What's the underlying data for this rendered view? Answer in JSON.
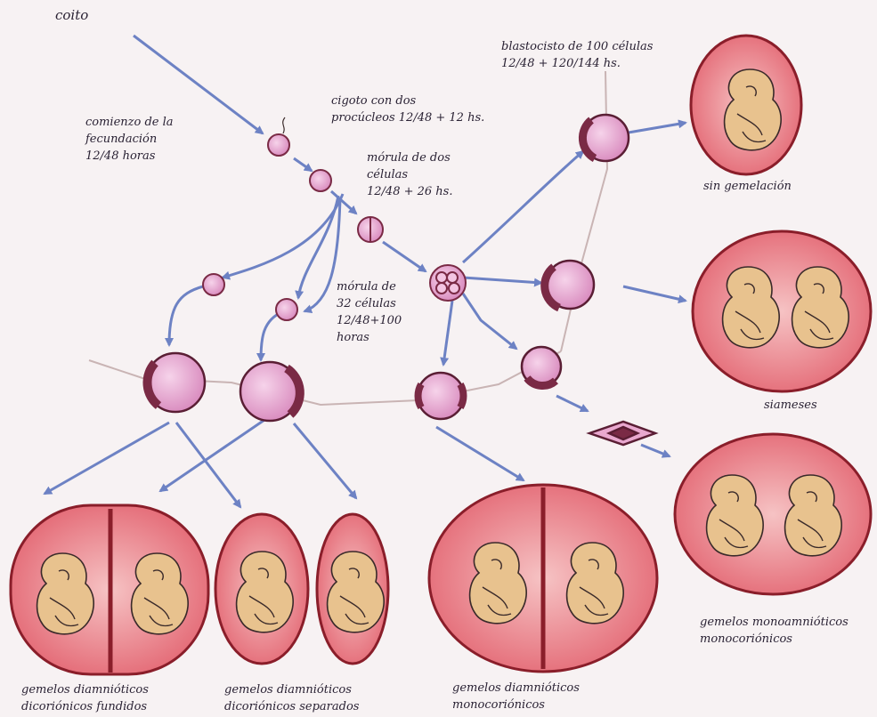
{
  "labels": {
    "coito": "coito",
    "comienzo": [
      "comienzo de la",
      "fecundación",
      "12/48 horas"
    ],
    "cigoto": [
      "cigoto con dos",
      "procúcleos 12/48 + 12 hs."
    ],
    "morula_dos": [
      "mórula de dos",
      "células",
      "12/48 + 26 hs."
    ],
    "blastocisto": [
      "blastocisto de 100 células",
      "12/48 + 120/144 hs."
    ],
    "morula_32": [
      "mórula de",
      "32 células",
      "12/48+100",
      "horas"
    ],
    "sin_gemelacion": "sin gemelación",
    "siameses": "siameses",
    "mono_mono": [
      "gemelos monoamnióticos",
      "monocoriónicos"
    ],
    "diam_mono": [
      "gemelos diamnióticos",
      "monocoriónicos"
    ],
    "diam_dico_sep": [
      "gemelos diamnióticos",
      "dicoriónicos separados"
    ],
    "diam_dico_fund": [
      "gemelos diamnióticos",
      "dicoriónicos fundidos"
    ]
  },
  "colors": {
    "arrow": "#6d82c4",
    "uterus_outer": "#c8283a",
    "uterus_inner": "#ef9aa0",
    "fetus": "#e8c28e",
    "cell": "#e9a8cf",
    "cell_mass": "#7a2a45"
  }
}
